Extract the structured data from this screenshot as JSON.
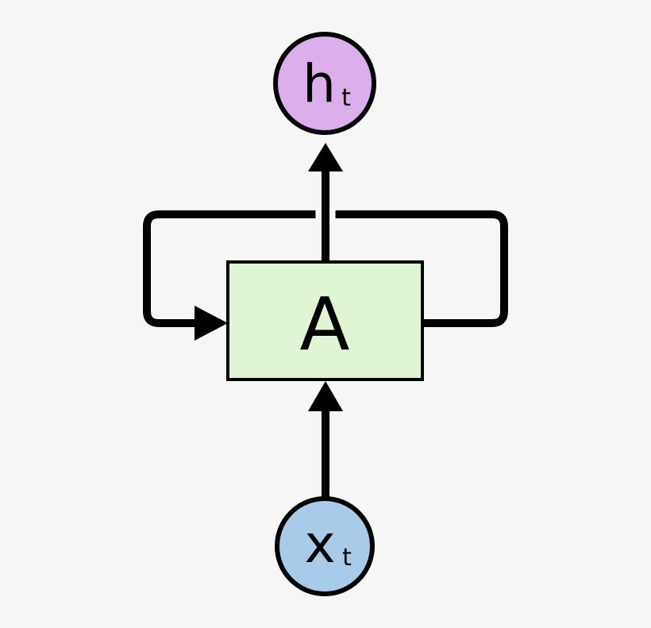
{
  "colors": {
    "background": "#f6f6f6",
    "stroke": "#000000",
    "output_fill": "#dcaeec",
    "cell_fill": "#e0f5d3",
    "input_fill": "#a8cbea"
  },
  "nodes": {
    "output": {
      "label": "h",
      "subscript": "t"
    },
    "cell": {
      "label": "A"
    },
    "input": {
      "label": "x",
      "subscript": "t"
    }
  }
}
